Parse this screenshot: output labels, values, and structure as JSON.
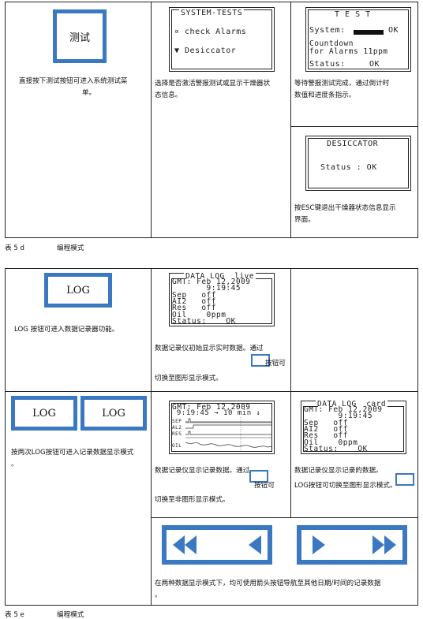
{
  "table_d": {
    "btn_label": "测试",
    "c1_text_line1": "直接按下测试按钮可进入系统测试菜",
    "c1_text_line2": "单。",
    "lcd1": {
      "title": "SYSTEM-TESTS",
      "line1": "∝ check Alarms",
      "line2": "▼ Desiccator"
    },
    "c2_text_line1": "选择是否激活警报测试或显示干燥器状",
    "c2_text_line2": "态信息。",
    "lcd2": {
      "title": "T E S T",
      "line1_label": "System:",
      "line1_value": "OK",
      "line2": "Countdown",
      "line3": "for Alarms 11ppm",
      "line4_label": "Status:",
      "line4_value": "OK"
    },
    "c3_text_line1": "等待警报测试完成，通过倒计时",
    "c3_text_line2": "数值和进度条指示。",
    "lcd3": {
      "title": "DESICCATOR",
      "line1": "Status : OK"
    },
    "c3b_text_line1": "按ESC键退出干燥器状态信息显示",
    "c3b_text_line2": "界面。",
    "caption_num": "表 5 d",
    "caption_text": "编程模式"
  },
  "table_e": {
    "btn_label": "LOG",
    "r1c1_text": "LOG 按钮可进入数据记录器功能。",
    "lcd_live": {
      "l1": "DATA LOG  live",
      "l2": "GMT: Feb 12,2009",
      "l3": "       9:19:45",
      "l4": "Sep   off",
      "l5": "AI2   off",
      "l6": "Res   off",
      "l7": "Oil    0ppm",
      "l8": "Status:    OK"
    },
    "r1c2_text_a": "数据记录仪初始显示实时数据。通过",
    "r1c2_text_b": "按钮可",
    "r1c2_text_c": "切换至图形显示模式。",
    "r2_btn1": "LOG",
    "r2_btn2": "LOG",
    "r2c1_text_line1": "按两次LOG按钮可进入记录数据显示模式",
    "r2c1_text_line2": "。",
    "lcd_graph": {
      "l1": "GMT: Feb 12,2009",
      "l2": " 9:19:45 → 10 min ↓",
      "sep": "SEP",
      "al2": "AL2",
      "res": "RES",
      "oil": "OIL"
    },
    "r2c2_text_a": "数据记录仪显示记录数据。通过",
    "r2c2_text_b": "按钮可",
    "r2c2_text_c": "切换至非图形显示模式。",
    "lcd_card": {
      "l1": "DATA LOG  card",
      "l2": "GMT: Feb 12,2009",
      "l3": "       9:19:45",
      "l4": "Sep   off",
      "l5": "AI2   off",
      "l6": "Res   off",
      "l7": "Oil    0ppm",
      "l8": "Status:    OK"
    },
    "r2c3_text_line1": "数据记录仪显示记录的数据。",
    "r2c3_text_line2": "LOG按钮可切换至图形显示模式。",
    "r3_text_line1": "在两种数据显示模式下，均可使用箭头按钮导航至其他日期/时间的记录数据",
    "r3_text_line2": "。",
    "caption_num": "表 5 e",
    "caption_text": "编程模式"
  },
  "colors": {
    "accent_blue": "#3a78c2",
    "border": "#222222"
  }
}
